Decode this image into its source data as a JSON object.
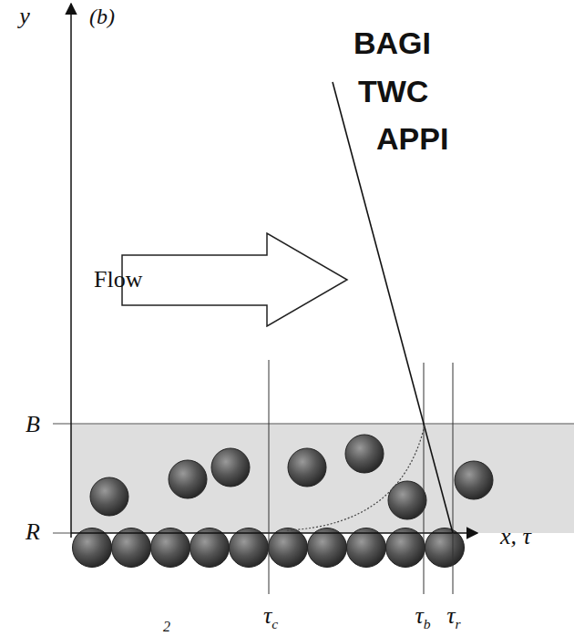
{
  "diagram": {
    "nodes": [
      {
        "text": [
          "Flow"
        ]
      }
    ],
    "labels": [
      "y",
      "(b)",
      "BAGI",
      "TWC",
      "APPI",
      "B",
      "R",
      "x, τ",
      "τc",
      "τb",
      "τr",
      "2"
    ]
  }
}
